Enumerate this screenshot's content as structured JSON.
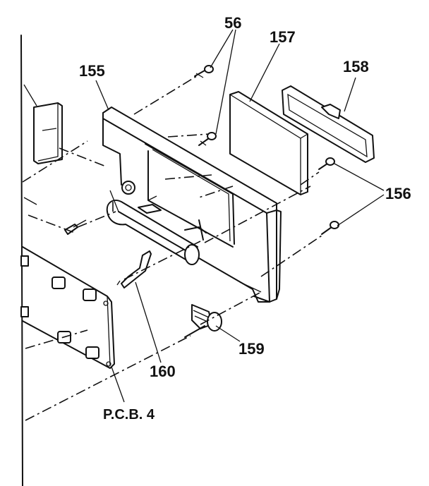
{
  "diagram": {
    "callouts": {
      "c56": "56",
      "c155": "155",
      "c157": "157",
      "c158": "158",
      "c156": "156",
      "c159": "159",
      "c160": "160",
      "pcb": "P.C.B. 4"
    }
  }
}
